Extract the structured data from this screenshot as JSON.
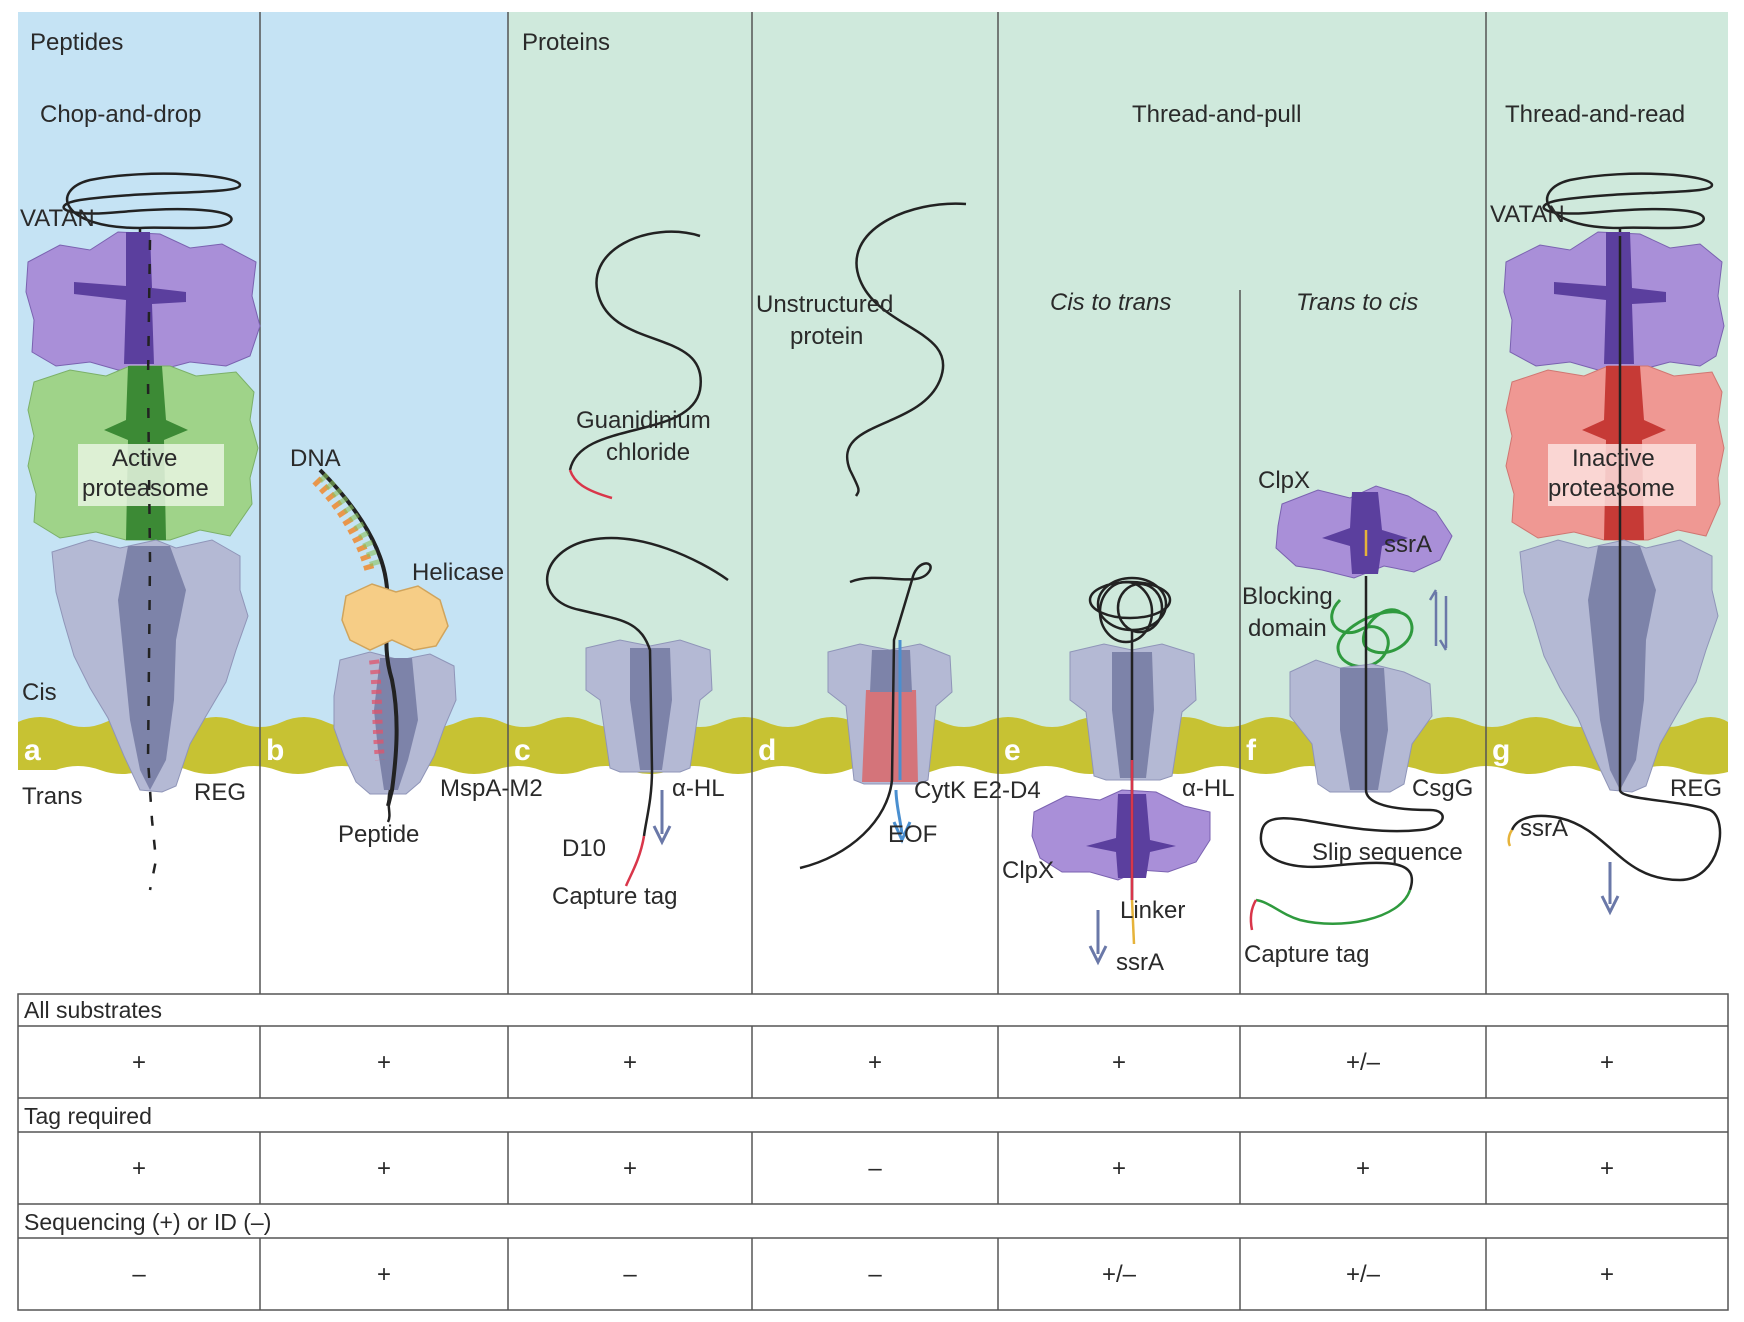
{
  "colors": {
    "peptide_bg": "#c5e3f4",
    "protein_bg": "#cfe9dc",
    "membrane": "#c7c233",
    "pore": "#b4b9d4",
    "pore_dark": "#7d83a9",
    "vatan_light": "#a98fd8",
    "vatan_dark": "#5b3f9e",
    "active_proteasome": "#9fd389",
    "active_core": "#3c8a35",
    "inactive_proteasome": "#ef9893",
    "inactive_core": "#c63a36",
    "helicase": "#f6cd86",
    "tag_red": "#d9364a",
    "flow_blue": "#4a8fd0",
    "blocking_domain": "#2f9a3e"
  },
  "headers": {
    "peptides": "Peptides",
    "proteins": "Proteins",
    "chop_and_drop": "Chop-and-drop",
    "thread_and_pull": "Thread-and-pull",
    "thread_and_read": "Thread-and-read",
    "cis_to_trans": "Cis to trans",
    "trans_to_cis": "Trans to cis"
  },
  "panel_letters": [
    "a",
    "b",
    "c",
    "d",
    "e",
    "f",
    "g"
  ],
  "labels": {
    "a": {
      "vatan": "VATAN",
      "active_proteasome_1": "Active",
      "active_proteasome_2": "proteasome",
      "cis": "Cis",
      "trans": "Trans",
      "reg": "REG"
    },
    "b": {
      "dna": "DNA",
      "helicase": "Helicase",
      "mspa": "MspA-M2",
      "peptide": "Peptide"
    },
    "c": {
      "guanidinium_1": "Guanidinium",
      "guanidinium_2": "chloride",
      "ahl": "α-HL",
      "d10": "D10",
      "capture_tag": "Capture tag"
    },
    "d": {
      "unstructured_1": "Unstructured",
      "unstructured_2": "protein",
      "cytk": "CytK E2-D4",
      "eof": "EOF"
    },
    "e": {
      "ahl": "α-HL",
      "clpx": "ClpX",
      "linker": "Linker",
      "ssra": "ssrA"
    },
    "f": {
      "clpx": "ClpX",
      "ssra": "ssrA",
      "blocking_1": "Blocking",
      "blocking_2": "domain",
      "csgg": "CsgG",
      "slip": "Slip sequence",
      "capture_tag": "Capture tag"
    },
    "g": {
      "vatan": "VATAN",
      "inactive_1": "Inactive",
      "inactive_2": "proteasome",
      "reg": "REG",
      "ssra": "ssrA"
    }
  },
  "table": {
    "rows": [
      {
        "header": "All substrates",
        "values": [
          "+",
          "+",
          "+",
          "+",
          "+",
          "+/–",
          "+"
        ]
      },
      {
        "header": "Tag required",
        "values": [
          "+",
          "+",
          "+",
          "–",
          "+",
          "+",
          "+"
        ]
      },
      {
        "header": "Sequencing (+) or ID (–)",
        "values": [
          "–",
          "+",
          "–",
          "–",
          "+/–",
          "+/–",
          "+"
        ]
      }
    ]
  }
}
